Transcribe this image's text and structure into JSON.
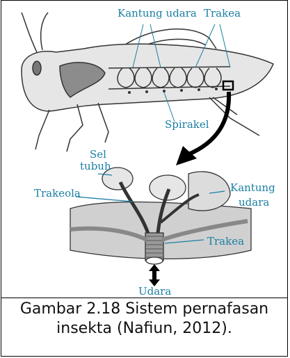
{
  "diagram": {
    "labels": {
      "kantung_udara_top": "Kantung udara",
      "trakea_top": "Trakea",
      "spirakel": "Spirakel",
      "sel": "Sel",
      "tubuh": "tubuh",
      "trakeola": "Trakeola",
      "kantung": "Kantung",
      "udara_right": "udara",
      "trakea_bottom": "Trakea",
      "udara_bottom": "Udara"
    },
    "colors": {
      "label": "#1a7fa3",
      "outline": "#333333",
      "body_fill": "#d9d9d9",
      "dark_fill": "#8c8c8c"
    }
  },
  "caption": {
    "line1": "Gambar 2.18 Sistem pernafasan",
    "line2": "insekta (Nafiun, 2012)."
  }
}
